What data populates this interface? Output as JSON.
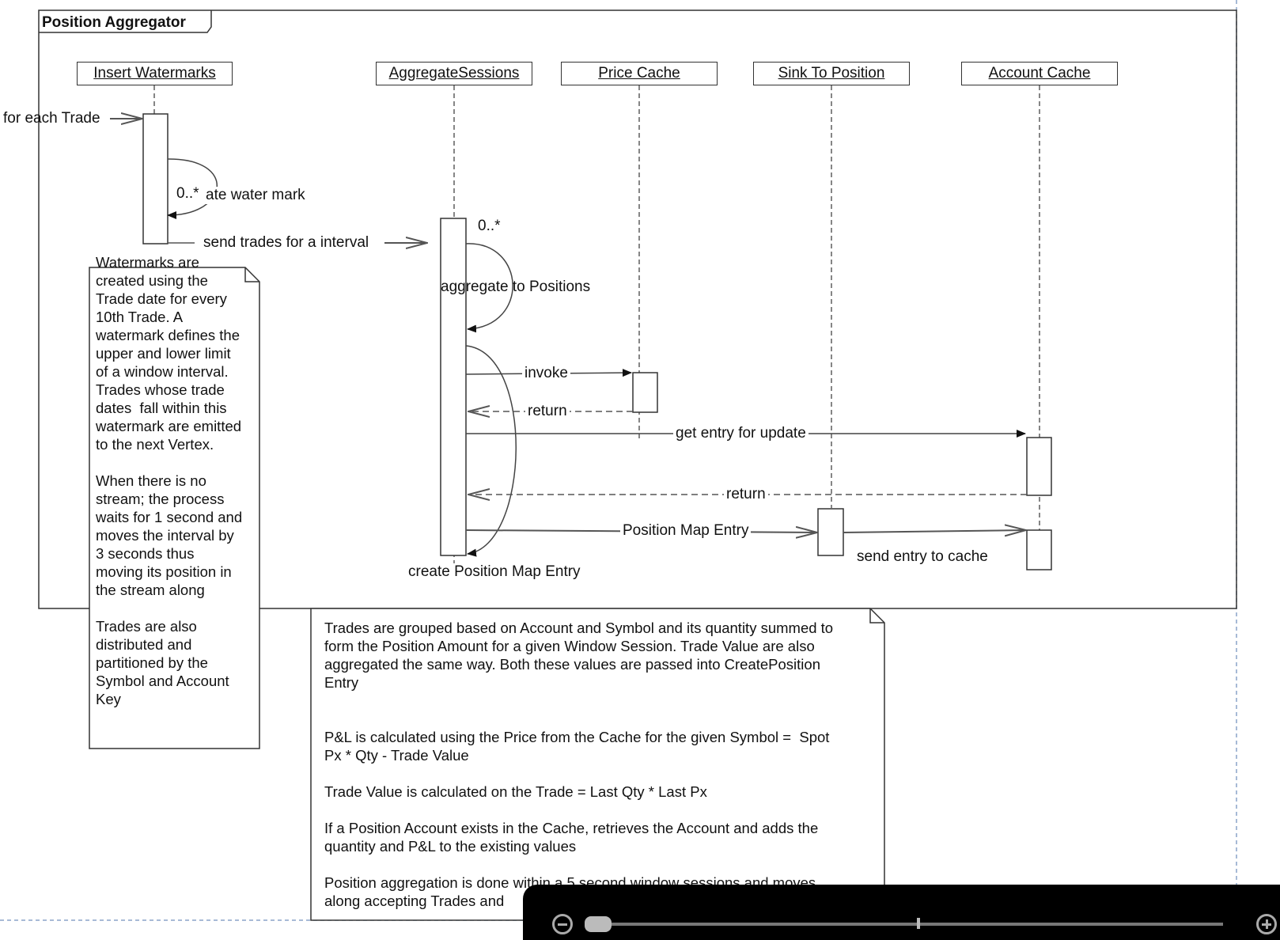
{
  "frame": {
    "title": "Position Aggregator"
  },
  "lifelines": [
    {
      "label": "Insert Watermarks"
    },
    {
      "label": "AggregateSessions"
    },
    {
      "label": "Price Cache"
    },
    {
      "label": "Sink To Position"
    },
    {
      "label": "Account Cache"
    }
  ],
  "messages": {
    "for_each_trade": "for each Trade",
    "create_watermark": "ate water mark",
    "multiplicity_1": "0..*",
    "send_trades": "send trades for a interval",
    "multiplicity_2": "0..*",
    "aggregate": "aggregate to Positions",
    "invoke": "invoke",
    "return_1": "return",
    "get_entry": "get entry for update",
    "return_2": "return",
    "position_map_entry": "Position Map Entry",
    "send_entry": "send entry to cache",
    "create_entry": "create Position Map Entry"
  },
  "notes": {
    "watermarks": "Watermarks are\ncreated using the\nTrade date for every\n10th Trade. A\nwatermark defines the\nupper and lower limit\nof a window interval.\nTrades whose trade\ndates  fall within this\nwatermark are emitted\nto the next Vertex.\n\nWhen there is no\nstream; the process\nwaits for 1 second and\nmoves the interval by\n3 seconds thus\nmoving its position in\nthe stream along\n\nTrades are also\ndistributed and\npartitioned by the\nSymbol and Account\nKey",
    "aggregation": "Trades are grouped based on Account and Symbol and its quantity summed to\nform the Position Amount for a given Window Session. Trade Value are also\naggregated the same way. Both these values are passed into CreatePosition\nEntry\n\n\nP&L is calculated using the Price from the Cache for the given Symbol =  Spot\nPx * Qty - Trade Value\n\nTrade Value is calculated on the Trade = Last Qty * Last Px\n\nIf a Position Account exists in the Cache, retrieves the Account and adds the\nquantity and P&L to the existing values\n\nPosition aggregation is done within a 5 second window sessions and moves\nalong accepting Trades and"
  },
  "zoom": {
    "minus_icon": "zoom-out-icon",
    "plus_icon": "zoom-in-icon"
  }
}
